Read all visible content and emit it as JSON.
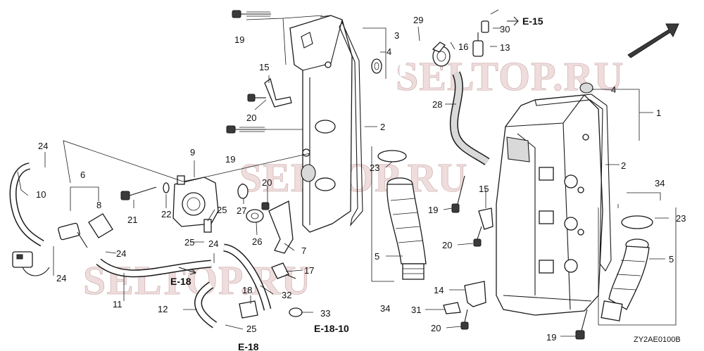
{
  "diagram": {
    "watermark_text": "SELTOP.RU",
    "drawing_code": "ZY2AE0100B",
    "front_indicator": "FR.",
    "references": {
      "e15": "E-15",
      "e18": "E-18",
      "e1810": "E-18-10",
      "e18_bottom": "E-18"
    },
    "callouts": {
      "c1": "1",
      "c2a": "2",
      "c2b": "2",
      "c3": "3",
      "c4a": "4",
      "c4b": "4",
      "c5a": "5",
      "c5b": "5",
      "c6": "6",
      "c7": "7",
      "c8": "8",
      "c9": "9",
      "c10": "10",
      "c11": "11",
      "c12": "12",
      "c13": "13",
      "c14": "14",
      "c15a": "15",
      "c15b": "15",
      "c16": "16",
      "c17": "17",
      "c18": "18",
      "c19a": "19",
      "c19b": "19",
      "c19c": "19",
      "c19d": "19",
      "c20a": "20",
      "c20b": "20",
      "c20c": "20",
      "c20d": "20",
      "c21": "21",
      "c22": "22",
      "c23a": "23",
      "c23b": "23",
      "c24a": "24",
      "c24b": "24",
      "c24c": "24",
      "c24d": "24",
      "c25a": "25",
      "c25b": "25",
      "c25c": "25",
      "c26": "26",
      "c27": "27",
      "c28": "28",
      "c29": "29",
      "c30": "30",
      "c31": "31",
      "c32": "32",
      "c33": "33",
      "c34a": "34",
      "c34b": "34"
    }
  }
}
